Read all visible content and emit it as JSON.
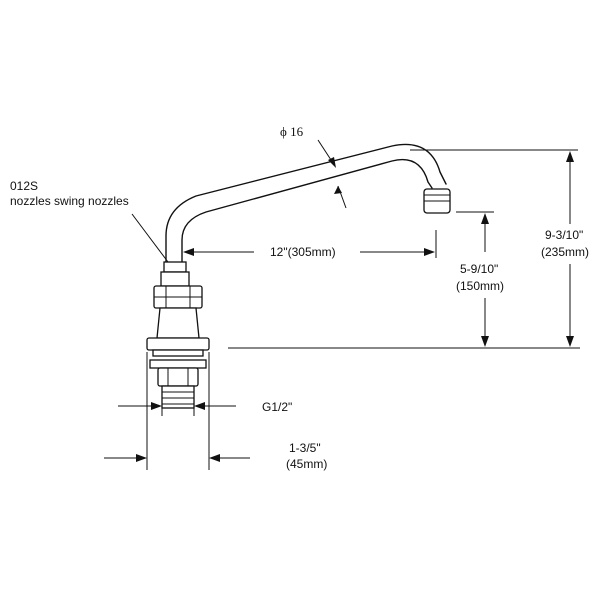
{
  "labels": {
    "model": "012S",
    "description": "nozzles swing nozzles",
    "pipe_diameter": "ϕ 16",
    "spout_reach": "12\"(305mm)",
    "height_outlet_in": "5-9/10\"",
    "height_outlet_mm": "(150mm)",
    "height_total_in": "9-3/10\"",
    "height_total_mm": "(235mm)",
    "thread": "G1/2\"",
    "base_width_in": "1-3/5\"",
    "base_width_mm": "(45mm)"
  },
  "colors": {
    "ink": "#111111",
    "background": "#ffffff"
  }
}
